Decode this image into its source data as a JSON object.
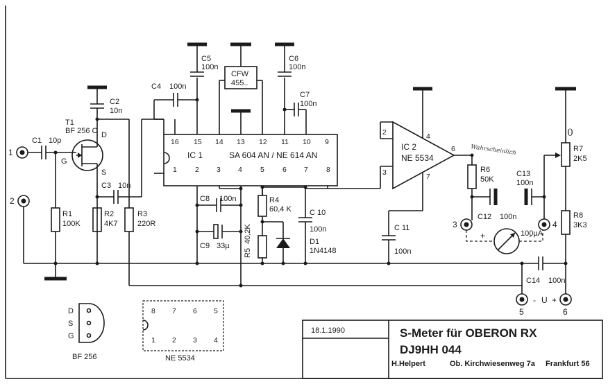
{
  "ic1": {
    "ref": "IC 1",
    "type": "SA 604 AN / NE 614 AN",
    "pins_top": [
      "16",
      "15",
      "14",
      "13",
      "12",
      "11",
      "10",
      "9"
    ],
    "pins_bottom": [
      "1",
      "2",
      "3",
      "4",
      "5",
      "6",
      "7",
      "8"
    ]
  },
  "ic2": {
    "ref": "IC 2",
    "type": "NE 5534",
    "pin2": "2",
    "pin3": "3",
    "pin4": "4",
    "pin6": "6",
    "pin7": "7"
  },
  "t1": {
    "ref": "T1",
    "type": "BF 256 C",
    "drain": "D",
    "gate": "G",
    "source": "S"
  },
  "filter": {
    "ref": "CFW",
    "value": "455.."
  },
  "components": {
    "c1": "C1",
    "c1_val": "10p",
    "c2": "C2",
    "c2_val": "10n",
    "c3": "C3",
    "c3_val": "10n",
    "c4": "C4",
    "c4_val": "100n",
    "c5": "C5",
    "c5_val": "100n",
    "c6": "C6",
    "c6_val": "100n",
    "c7": "C7",
    "c7_val": "100n",
    "c8": "C8",
    "c8_val": "100n",
    "c9": "C9",
    "c9_val": "33µ",
    "c10": "C 10",
    "c10_val": "100n",
    "c11": "C 11",
    "c11_val": "100n",
    "c12": "C12",
    "c12_val": "100n",
    "c13": "C13",
    "c13_val": "100n",
    "c14": "C14",
    "c14_val": "100n",
    "r1": "R1",
    "r1_val": "100K",
    "r2": "R2",
    "r2_val": "4K7",
    "r3": "R3",
    "r3_val": "220R",
    "r4": "R4",
    "r4_val": "60,4 K",
    "r5": "R5",
    "r5_val": "40,2K",
    "r6": "R6",
    "r6_val": "50K",
    "r7": "R7",
    "r7_val": "2K5",
    "r8": "R8",
    "r8_val": "3K3",
    "d1": "D1",
    "d1_val": "1N4148"
  },
  "terminals": {
    "t1": "1",
    "t2": "2",
    "t3": "3",
    "t4": "4",
    "t5": "5",
    "t6": "6"
  },
  "meter": {
    "value": "100µA",
    "plus": "+",
    "minus": "-"
  },
  "supply": {
    "minus": "-",
    "label": "U",
    "plus": "+"
  },
  "handwriting": {
    "note": "Wahrscheinlich",
    "zero": "0"
  },
  "pinout_bf256": {
    "pins": [
      "D",
      "S",
      "G"
    ],
    "name": "BF 256"
  },
  "pinout_ne5534": {
    "top": [
      "8",
      "7",
      "6",
      "5"
    ],
    "bottom": [
      "1",
      "2",
      "3",
      "4"
    ],
    "name": "NE 5534"
  },
  "title_block": {
    "date": "18.1.1990",
    "title": "S-Meter für OBERON RX",
    "code": "DJ9HH 044",
    "author": "H.Helpert",
    "address": "Ob. Kirchwiesenweg 7a",
    "city": "Frankfurt 56"
  }
}
